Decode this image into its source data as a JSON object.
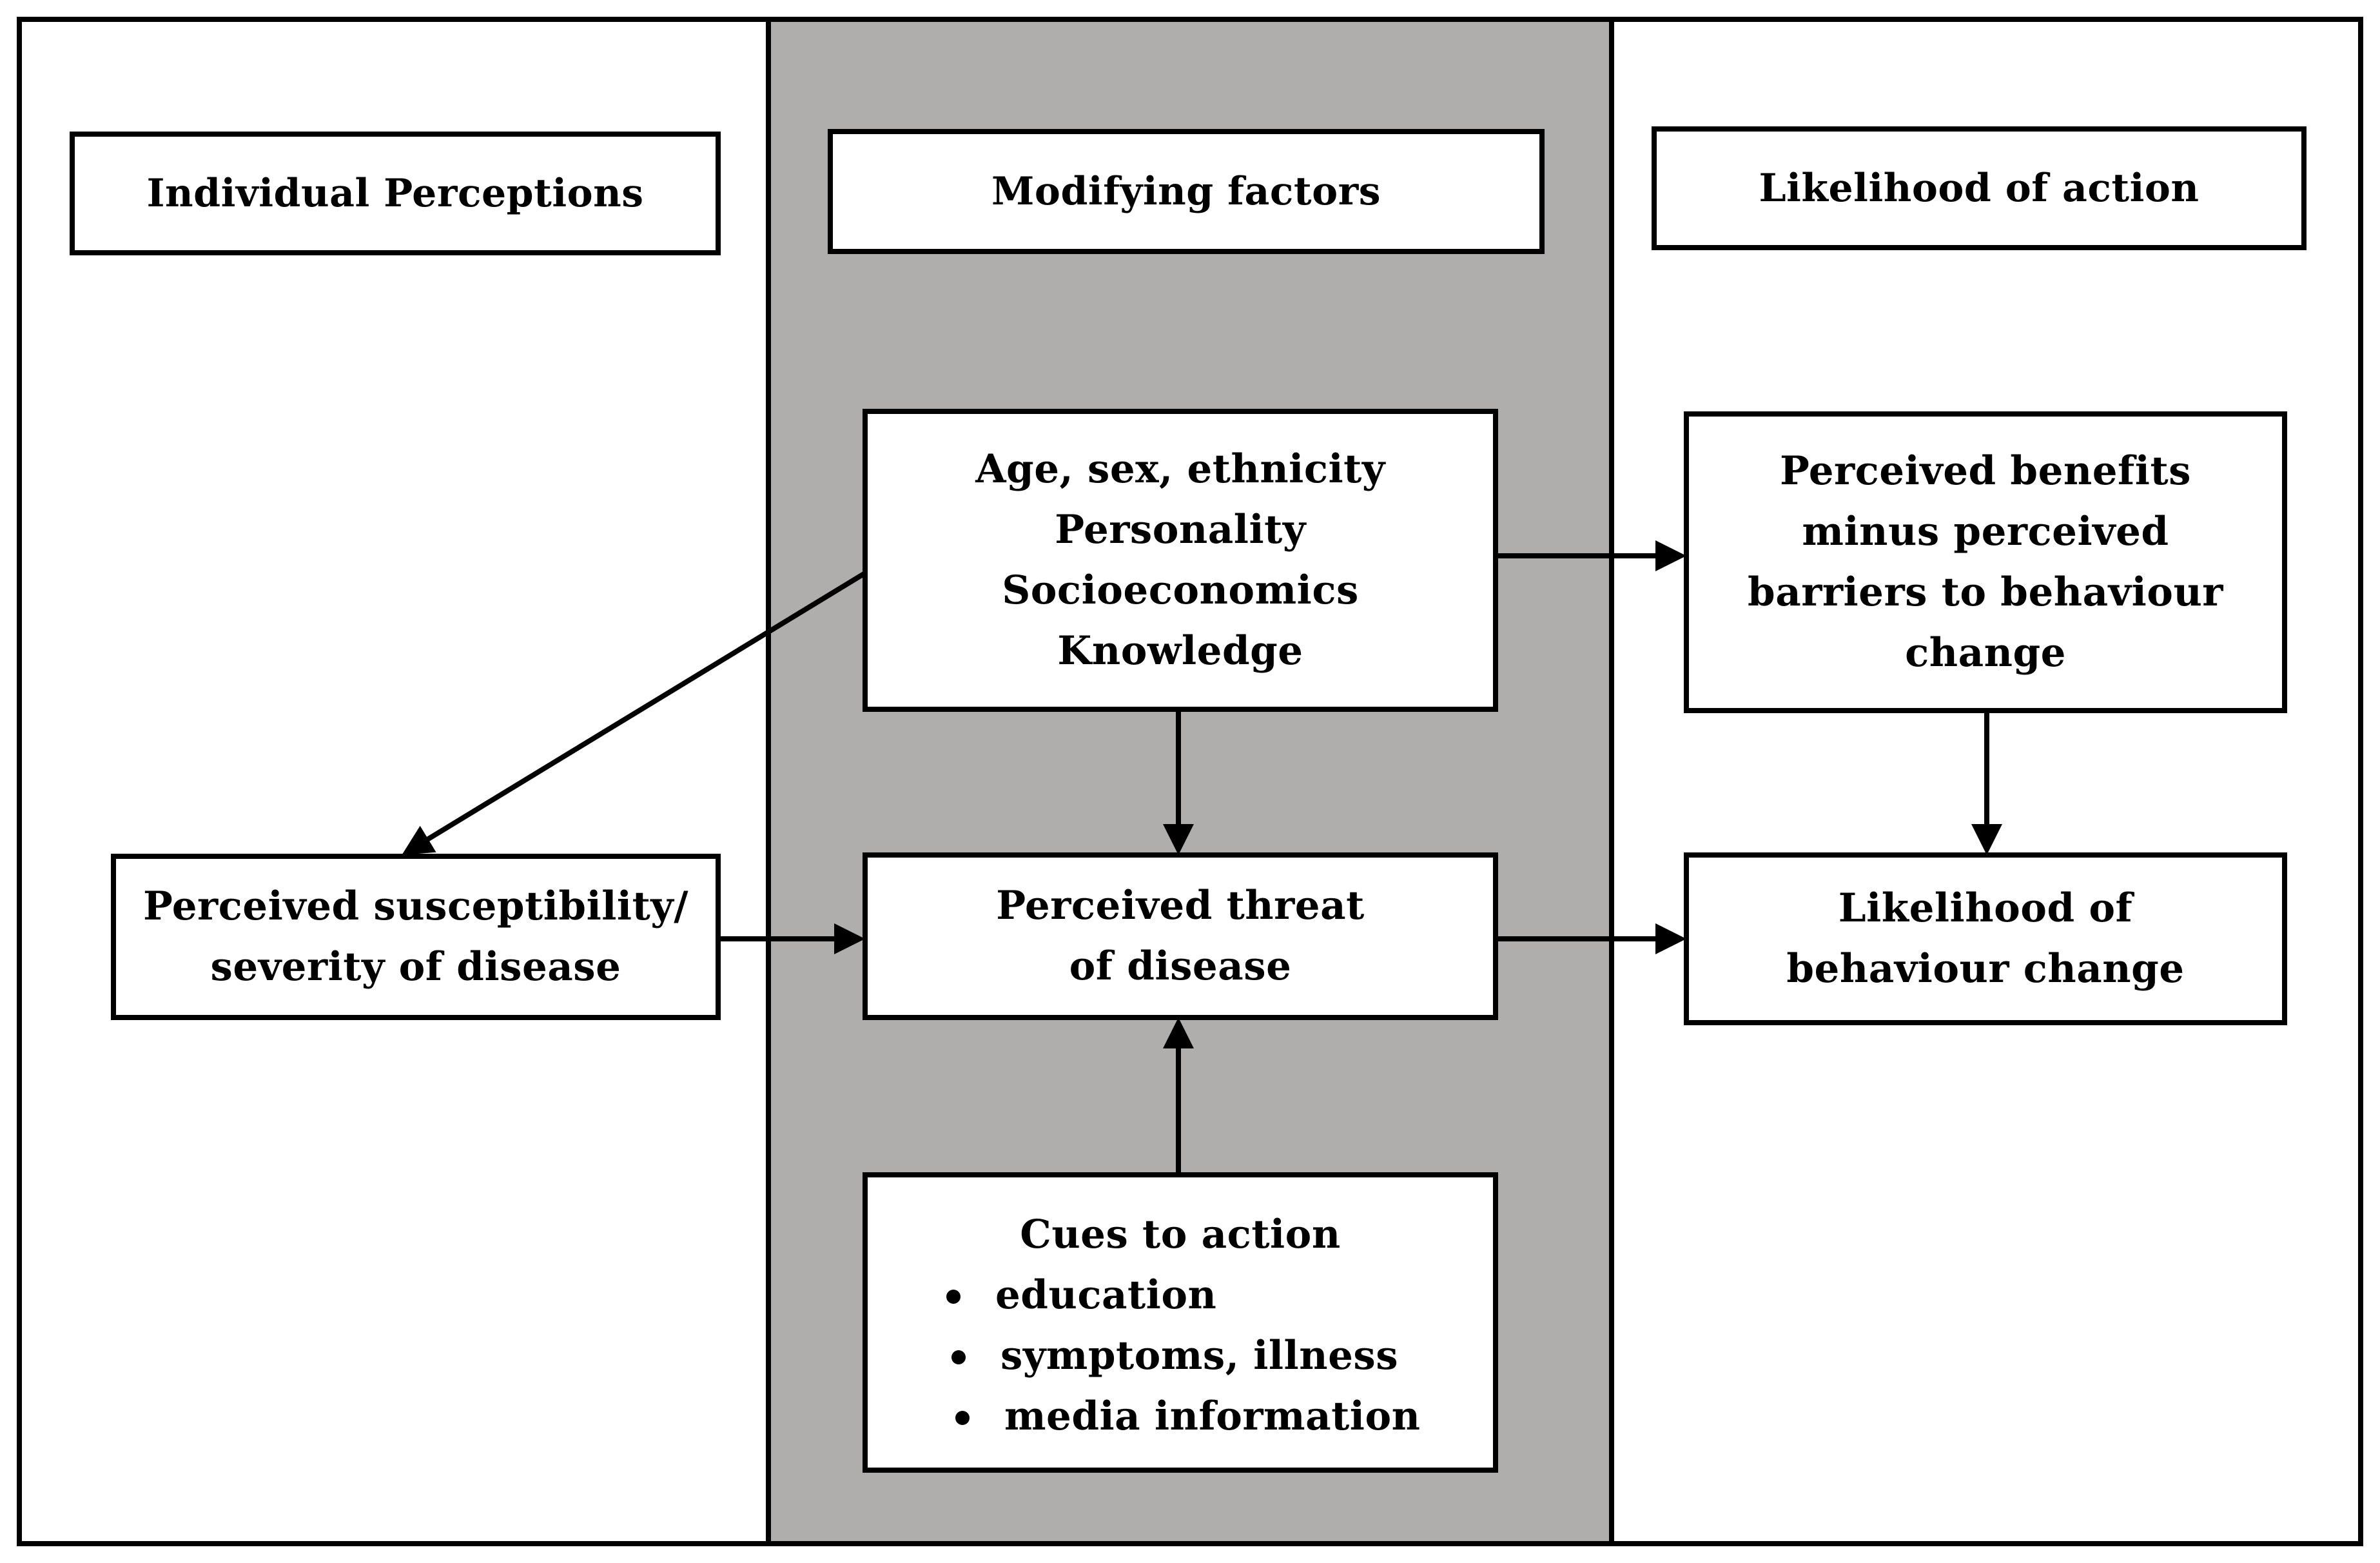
{
  "headers": {
    "individual": "Individual Perceptions",
    "modifying": "Modifying factors",
    "likelihood": "Likelihood of action"
  },
  "demographics": {
    "lines": [
      "Age, sex, ethnicity",
      "Personality",
      "Socioeconomics",
      "Knowledge"
    ]
  },
  "benefits": {
    "lines": [
      "Perceived benefits",
      "minus perceived",
      "barriers to behaviour",
      "change"
    ]
  },
  "susceptibility": {
    "lines": [
      "Perceived susceptibility/",
      "severity of disease"
    ]
  },
  "threat": {
    "lines": [
      "Perceived threat",
      "of disease"
    ]
  },
  "behaviour": {
    "lines": [
      "Likelihood of",
      "behaviour change"
    ]
  },
  "cues": {
    "title": "Cues to action",
    "items": [
      "education",
      "symptoms, illness",
      "media information"
    ]
  },
  "colors": {
    "middle_column": "#b0aeac",
    "line": "#000000",
    "box": "#ffffff"
  }
}
